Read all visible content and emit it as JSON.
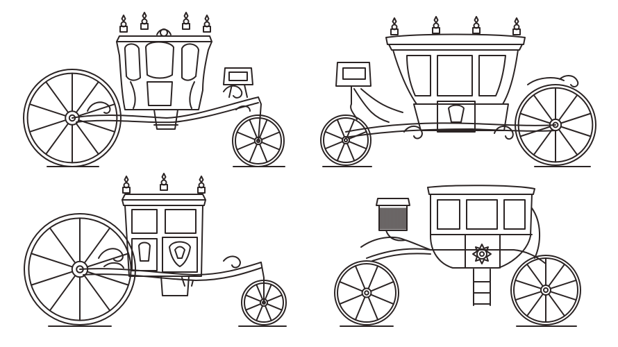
{
  "palette": {
    "ink": "#2b2424",
    "paper": "#ffffff"
  },
  "illustrations": [
    {
      "name": "baroque-coach",
      "icon": "carriage-icon"
    },
    {
      "name": "berline-carriage",
      "icon": "carriage-icon"
    },
    {
      "name": "state-coach",
      "icon": "carriage-icon"
    },
    {
      "name": "chariot-carriage",
      "icon": "carriage-icon"
    }
  ]
}
